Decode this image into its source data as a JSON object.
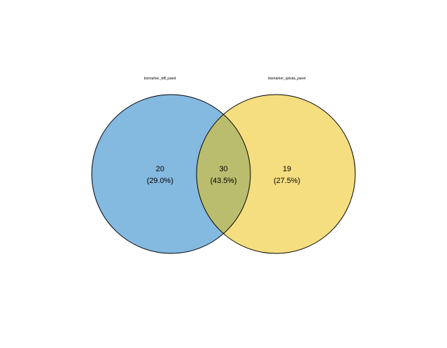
{
  "chart_data": {
    "type": "venn",
    "sets": [
      {
        "name": "biomarker_diff_panel",
        "color": "#84B9E0"
      },
      {
        "name": "biomarker_splsda_panel",
        "color": "#F5DE80"
      }
    ],
    "overlap_color": "#B9BD6D",
    "outline_color": "#000000",
    "regions": [
      {
        "sets": [
          "biomarker_diff_panel"
        ],
        "count": "20",
        "percent": "(29.0%)"
      },
      {
        "sets": [
          "biomarker_diff_panel",
          "biomarker_splsda_panel"
        ],
        "count": "30",
        "percent": "(43.5%)"
      },
      {
        "sets": [
          "biomarker_splsda_panel"
        ],
        "count": "19",
        "percent": "(27.5%)"
      }
    ]
  }
}
